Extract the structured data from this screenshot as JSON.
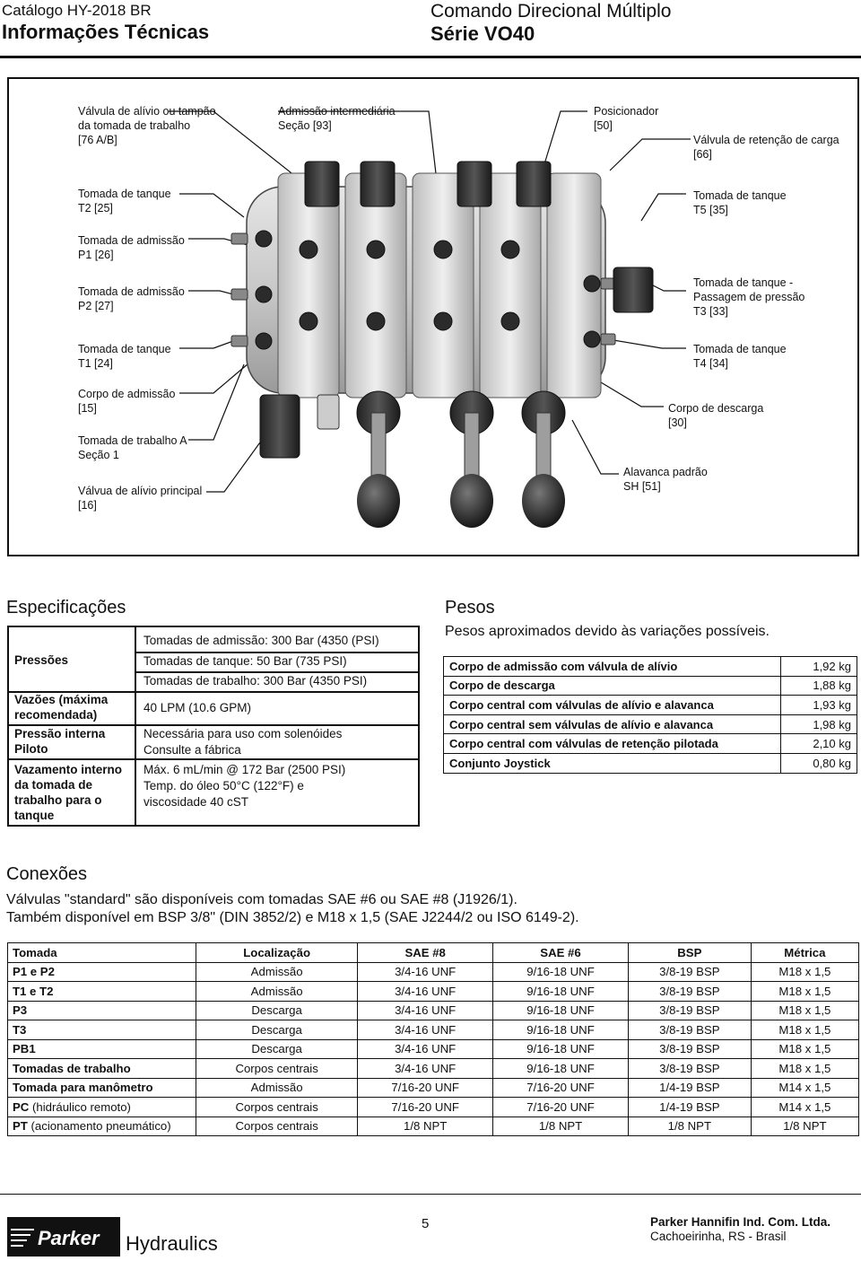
{
  "header": {
    "catalog": "Catálogo HY-2018 BR",
    "section": "Informações Técnicas",
    "product": "Comando Direcional Múltiplo",
    "series": "Série VO40"
  },
  "diagram": {
    "labels": {
      "relief_plug": "Válvula de alívio ou tampão\nda tomada de trabalho\n[76 A/B]",
      "intermediate": "Admissão intermediária\nSeção [93]",
      "positioner": "Posicionador\n[50]",
      "load_check": "Válvula de retenção de carga\n[66]",
      "t2": "Tomada de tanque\nT2 [25]",
      "t5": "Tomada de tanque\nT5 [35]",
      "p1": "Tomada de admissão\nP1 [26]",
      "p2": "Tomada de admissão\nP2 [27]",
      "t3": "Tomada de tanque -\nPassagem de pressão\nT3 [33]",
      "t1": "Tomada de tanque\nT1 [24]",
      "t4": "Tomada de tanque\nT4 [34]",
      "inlet_body": "Corpo de admissão\n[15]",
      "outlet_body": "Corpo de descarga\n[30]",
      "work_port": "Tomada de trabalho A\nSeção 1",
      "lever": "Alavanca padrão\nSH [51]",
      "main_relief": "Válvua de alívio principal\n[16]"
    }
  },
  "specs": {
    "title": "Especificações",
    "rows": [
      {
        "label": "Pressões",
        "value": "Tomadas de admissão: 300 Bar (4350 (PSI)"
      },
      {
        "label": "",
        "value": "Tomadas de tanque: 50 Bar (735 PSI)"
      },
      {
        "label": "",
        "value": "Tomadas de trabalho: 300 Bar (4350 PSI)"
      },
      {
        "label": "Vazões (máxima recomendada)",
        "value": "40 LPM (10.6 GPM)"
      },
      {
        "label": "Pressão interna Piloto",
        "value": "Necessária para uso com solenóides\nConsulte a fábrica"
      },
      {
        "label": "Vazamento interno da tomada de trabalho para o tanque",
        "value": "Máx. 6 mL/min @ 172 Bar (2500 PSI)\nTemp. do óleo 50°C (122°F) e\nviscosidade 40 cST"
      }
    ]
  },
  "weights": {
    "title": "Pesos",
    "subtitle": "Pesos aproximados devido às variações possíveis.",
    "rows": [
      {
        "name": "Corpo de admissão com válvula de alívio",
        "weight": "1,92 kg"
      },
      {
        "name": "Corpo de descarga",
        "weight": "1,88 kg"
      },
      {
        "name": "Corpo central com válvulas de alívio e alavanca",
        "weight": "1,93 kg"
      },
      {
        "name": "Corpo central sem válvulas de alívio e alavanca",
        "weight": "1,98 kg"
      },
      {
        "name": "Corpo central com válvulas de retenção pilotada",
        "weight": "2,10 kg"
      },
      {
        "name": "Conjunto Joystick",
        "weight": "0,80 kg"
      }
    ]
  },
  "connections": {
    "title": "Conexões",
    "line1": "Válvulas \"standard\" são disponíveis com tomadas SAE #6 ou SAE #8 (J1926/1).",
    "line2": "Também disponível em BSP 3/8\" (DIN 3852/2) e M18 x 1,5 (SAE J2244/2 ou ISO 6149-2).",
    "headers": [
      "Tomada",
      "Localização",
      "SAE #8",
      "SAE #6",
      "BSP",
      "Métrica"
    ],
    "rows": [
      {
        "port": "P1 e P2",
        "extra": "",
        "loc": "Admissão",
        "sae8": "3/4-16 UNF",
        "sae6": "9/16-18 UNF",
        "bsp": "3/8-19 BSP",
        "metric": "M18 x 1,5"
      },
      {
        "port": "T1 e T2",
        "extra": "",
        "loc": "Admissão",
        "sae8": "3/4-16 UNF",
        "sae6": "9/16-18 UNF",
        "bsp": "3/8-19 BSP",
        "metric": "M18 x 1,5"
      },
      {
        "port": "P3",
        "extra": "",
        "loc": "Descarga",
        "sae8": "3/4-16 UNF",
        "sae6": "9/16-18 UNF",
        "bsp": "3/8-19 BSP",
        "metric": "M18 x 1,5"
      },
      {
        "port": "T3",
        "extra": "",
        "loc": "Descarga",
        "sae8": "3/4-16 UNF",
        "sae6": "9/16-18 UNF",
        "bsp": "3/8-19 BSP",
        "metric": "M18 x 1,5"
      },
      {
        "port": "PB1",
        "extra": "",
        "loc": "Descarga",
        "sae8": "3/4-16 UNF",
        "sae6": "9/16-18 UNF",
        "bsp": "3/8-19 BSP",
        "metric": "M18 x 1,5"
      },
      {
        "port": "Tomadas de trabalho",
        "extra": "",
        "loc": "Corpos centrais",
        "sae8": "3/4-16 UNF",
        "sae6": "9/16-18 UNF",
        "bsp": "3/8-19 BSP",
        "metric": "M18 x 1,5"
      },
      {
        "port": "Tomada para manômetro",
        "extra": "",
        "loc": "Admissão",
        "sae8": "7/16-20 UNF",
        "sae6": "7/16-20 UNF",
        "bsp": "1/4-19 BSP",
        "metric": "M14 x 1,5"
      },
      {
        "port": "PC",
        "extra": " (hidráulico remoto)",
        "loc": "Corpos centrais",
        "sae8": "7/16-20 UNF",
        "sae6": "7/16-20 UNF",
        "bsp": "1/4-19 BSP",
        "metric": "M14 x 1,5"
      },
      {
        "port": "PT",
        "extra": " (acionamento pneumático)",
        "loc": "Corpos centrais",
        "sae8": "1/8 NPT",
        "sae6": "1/8 NPT",
        "bsp": "1/8 NPT",
        "metric": "1/8 NPT"
      }
    ]
  },
  "footer": {
    "brand": "Parker",
    "division": "Hydraulics",
    "page": "5",
    "company": "Parker Hannifin Ind. Com. Ltda.",
    "city": "Cachoeirinha, RS - Brasil"
  }
}
